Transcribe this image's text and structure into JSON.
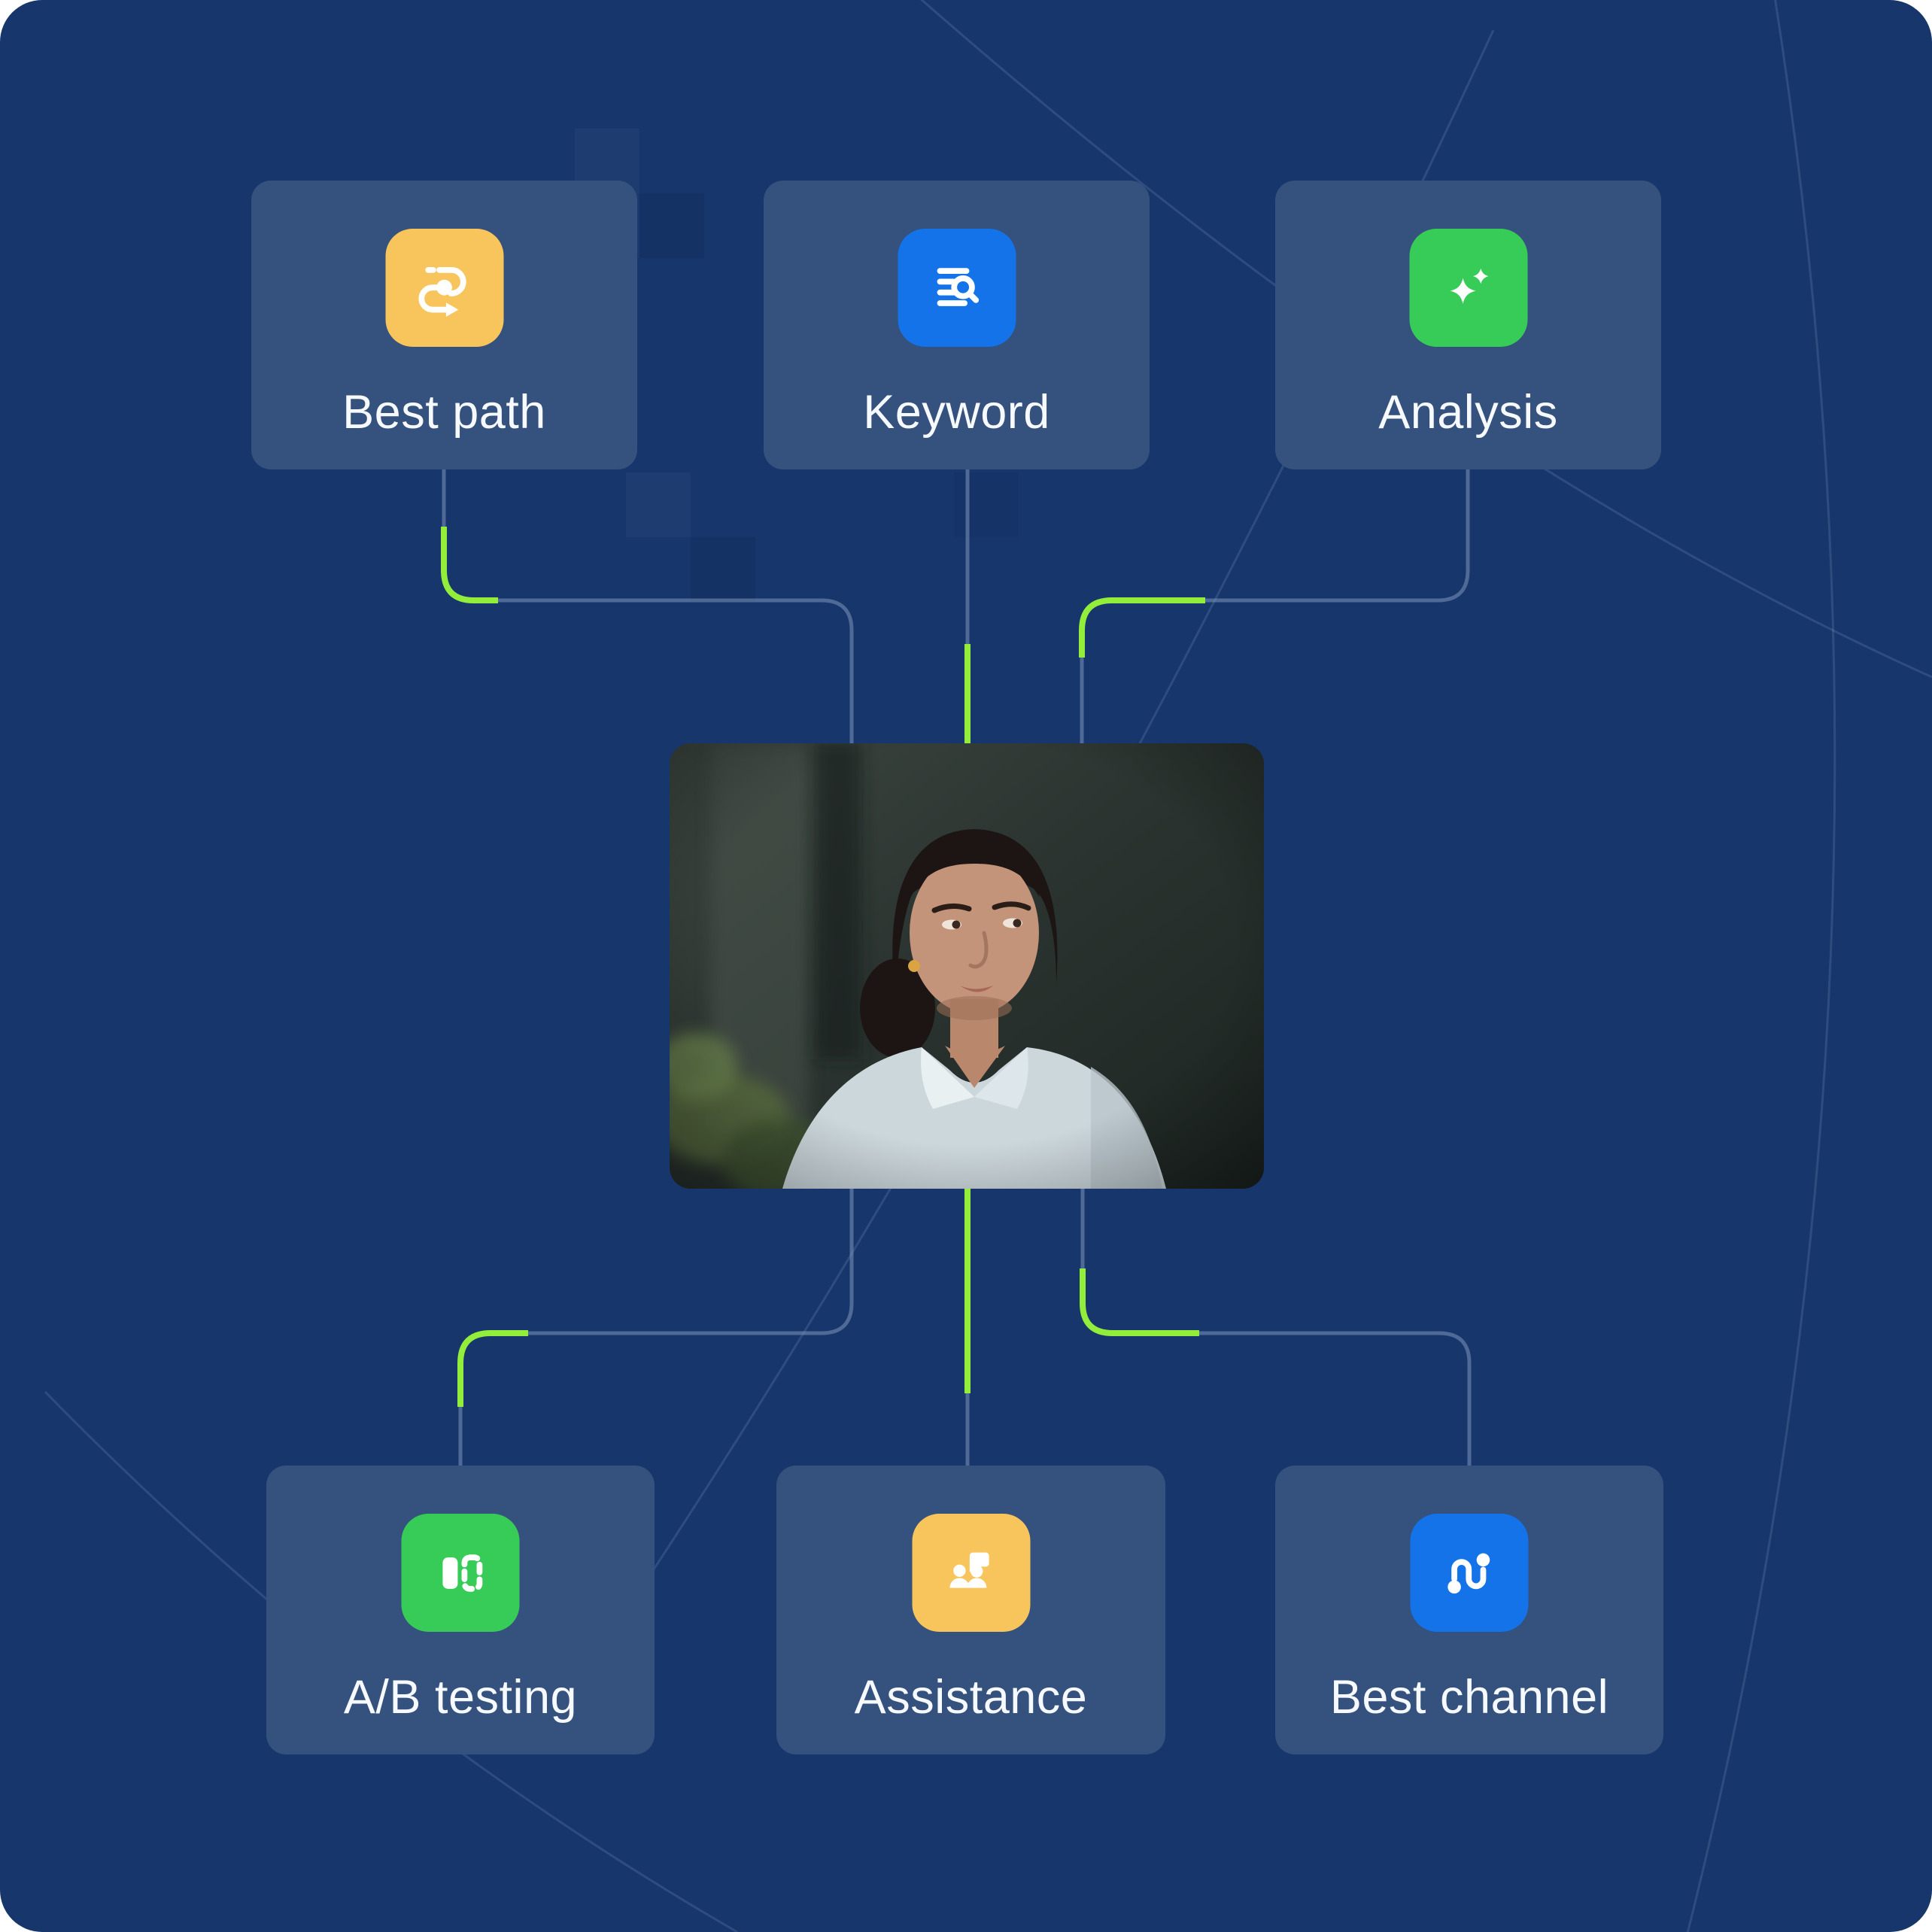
{
  "page": {
    "kind": "feature flow diagram",
    "colors": {
      "background": "#17366C",
      "card": "#35517E",
      "accent_green": "#93EE3C",
      "connector": "#7E95BC",
      "icon_yellow": "#F7C55C",
      "icon_blue": "#1473E9",
      "icon_green": "#37CC58",
      "label_text": "#F6F9FD"
    }
  },
  "cards": {
    "top": [
      {
        "label": "Best path",
        "icon": "route-icon",
        "icon_color_name": "yellow"
      },
      {
        "label": "Keyword",
        "icon": "document-search-icon",
        "icon_color_name": "blue"
      },
      {
        "label": "Analysis",
        "icon": "sparkles-icon",
        "icon_color_name": "green"
      }
    ],
    "bottom": [
      {
        "label": "A/B testing",
        "icon": "ab-compare-icon",
        "icon_color_name": "green"
      },
      {
        "label": "Assistance",
        "icon": "people-chat-icon",
        "icon_color_name": "yellow"
      },
      {
        "label": "Best channel",
        "icon": "channel-path-icon",
        "icon_color_name": "blue"
      }
    ]
  },
  "photo": {
    "description": "Portrait photo of a woman with dark hair pulled back, wearing a light blue collared shirt, looking to her left against a dark office background with a plant"
  }
}
